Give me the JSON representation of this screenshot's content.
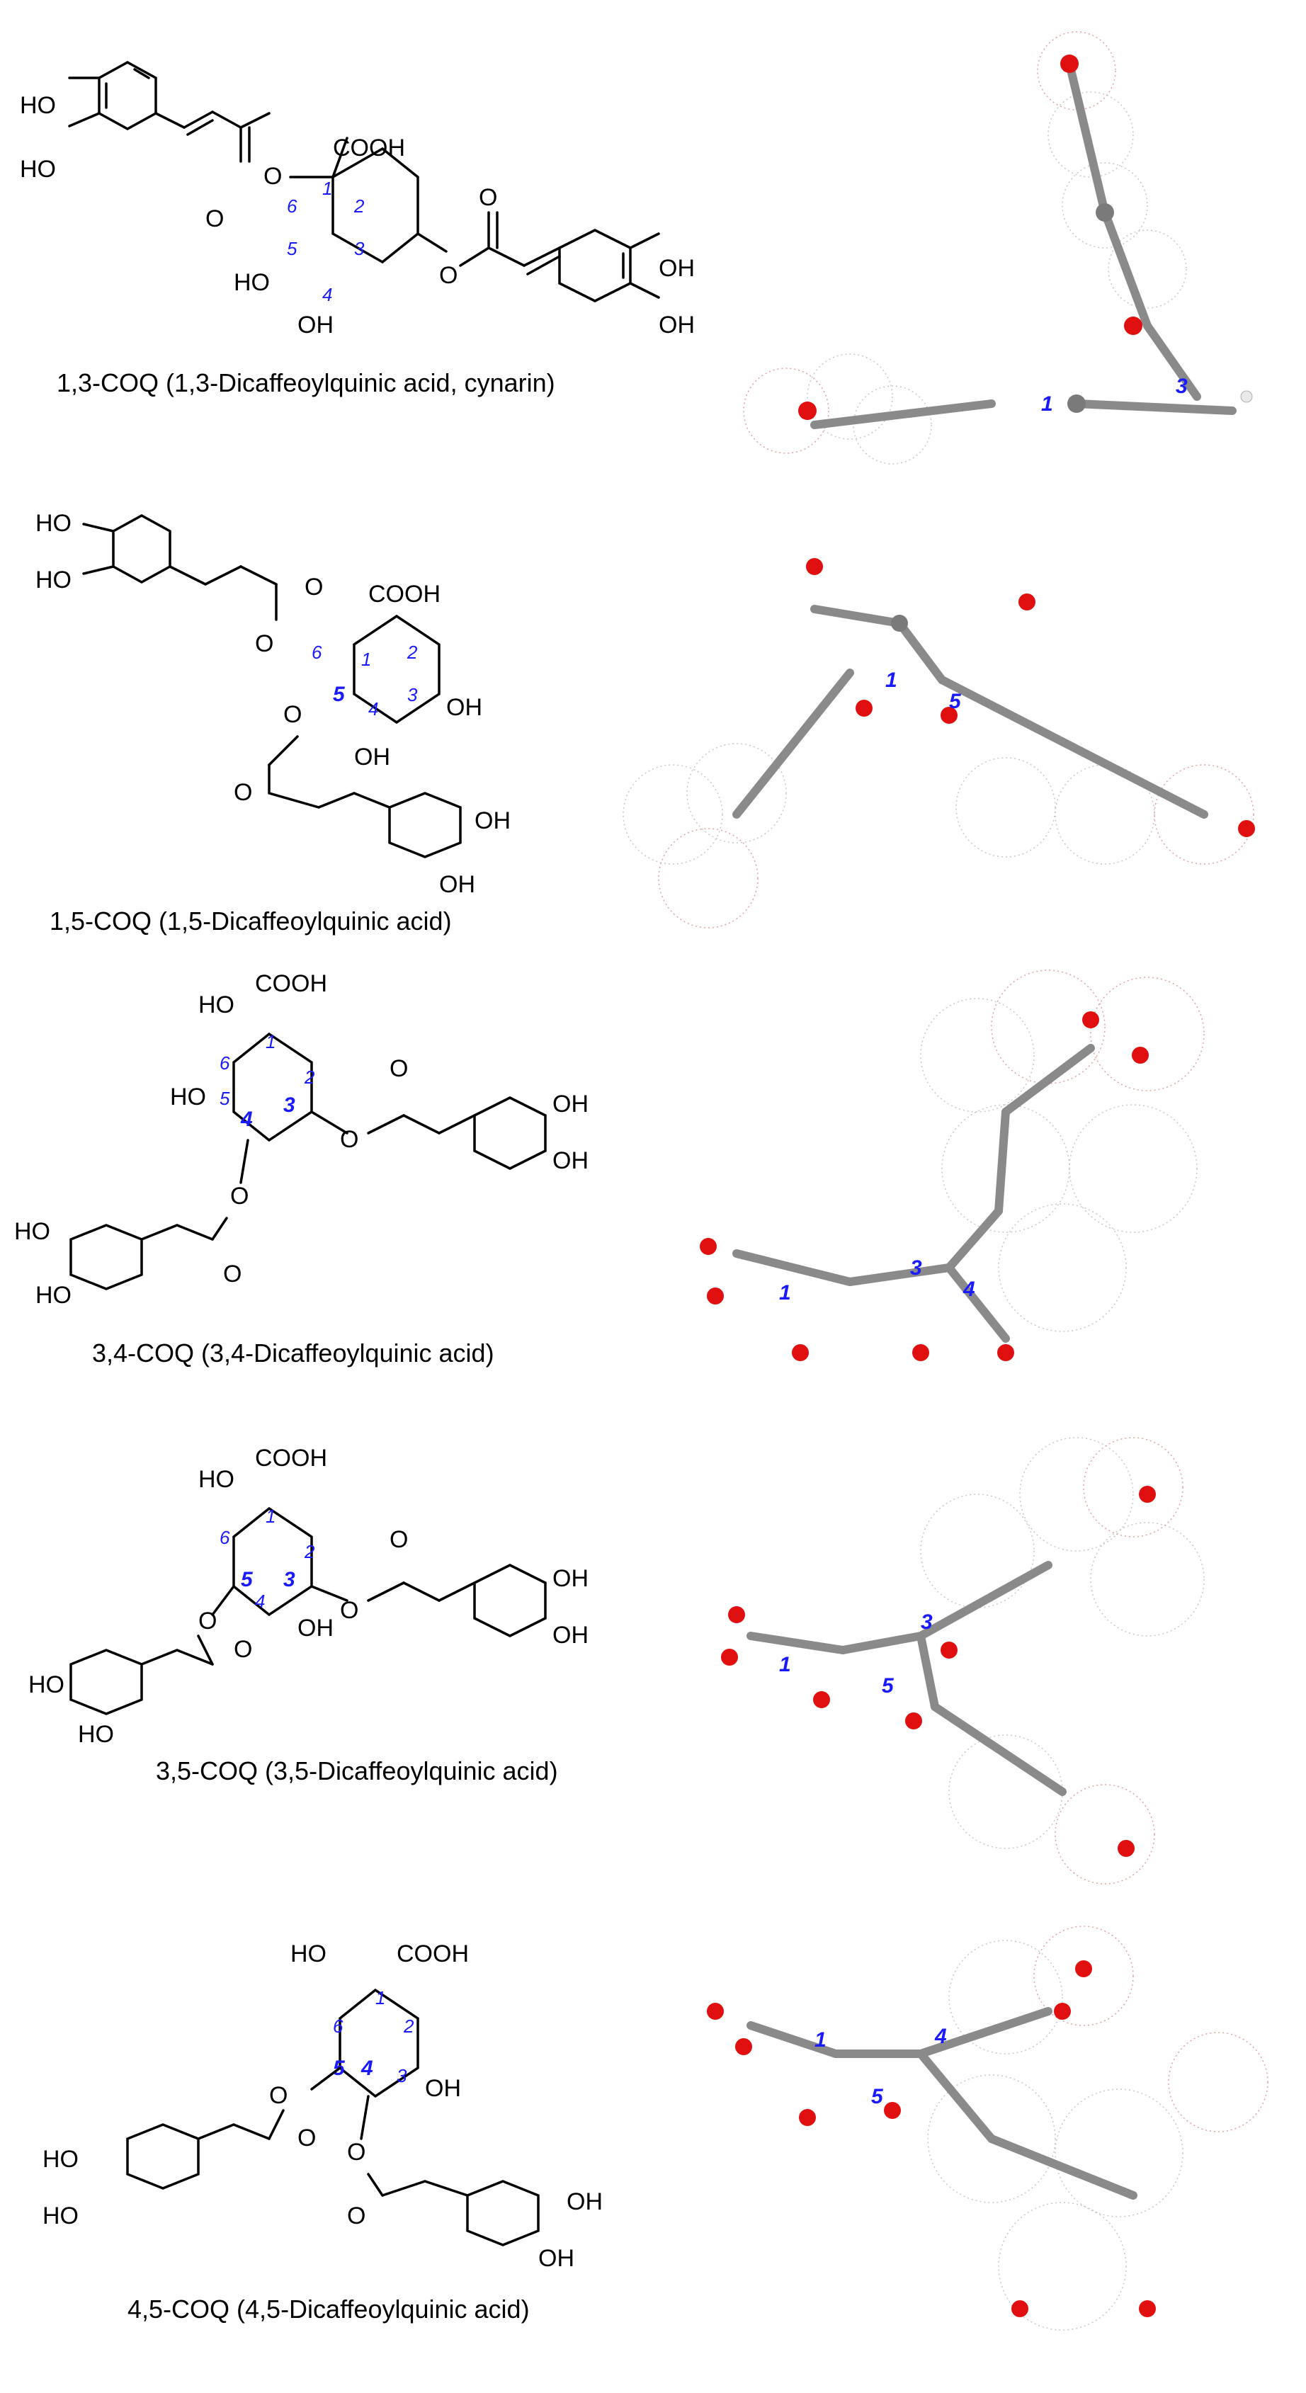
{
  "atom_labels": {
    "ho": "HO",
    "oh": "OH",
    "cooh": "COOH",
    "o": "O"
  },
  "figure": {
    "panels": [
      {
        "caption": "1,3-COQ (1,3-Dicaffeoylquinic acid, cynarin)",
        "ring_numbers": [
          "1",
          "2",
          "3",
          "4",
          "5",
          "6"
        ],
        "model_labels": [
          "1",
          "3"
        ]
      },
      {
        "caption": "1,5-COQ (1,5-Dicaffeoylquinic acid)",
        "ring_numbers": [
          "1",
          "2",
          "3",
          "4",
          "5",
          "6"
        ],
        "model_labels": [
          "1",
          "5"
        ]
      },
      {
        "caption": "3,4-COQ (3,4-Dicaffeoylquinic acid)",
        "ring_numbers": [
          "1",
          "2",
          "3",
          "4",
          "5",
          "6"
        ],
        "model_labels": [
          "3",
          "4",
          "1"
        ]
      },
      {
        "caption": "3,5-COQ (3,5-Dicaffeoylquinic acid)",
        "ring_numbers": [
          "1",
          "2",
          "3",
          "4",
          "5",
          "6"
        ],
        "model_labels": [
          "3",
          "1",
          "5"
        ]
      },
      {
        "caption": "4,5-COQ (4,5-Dicaffeoylquinic acid)",
        "ring_numbers": [
          "1",
          "2",
          "3",
          "4",
          "5",
          "6"
        ],
        "model_labels": [
          "1",
          "4",
          "5"
        ]
      }
    ]
  },
  "colors": {
    "ring_number": "#1a1aff",
    "oxygen": "#e01010",
    "carbon": "#7a7a7a",
    "hydrogen": "#e8e8e8"
  }
}
